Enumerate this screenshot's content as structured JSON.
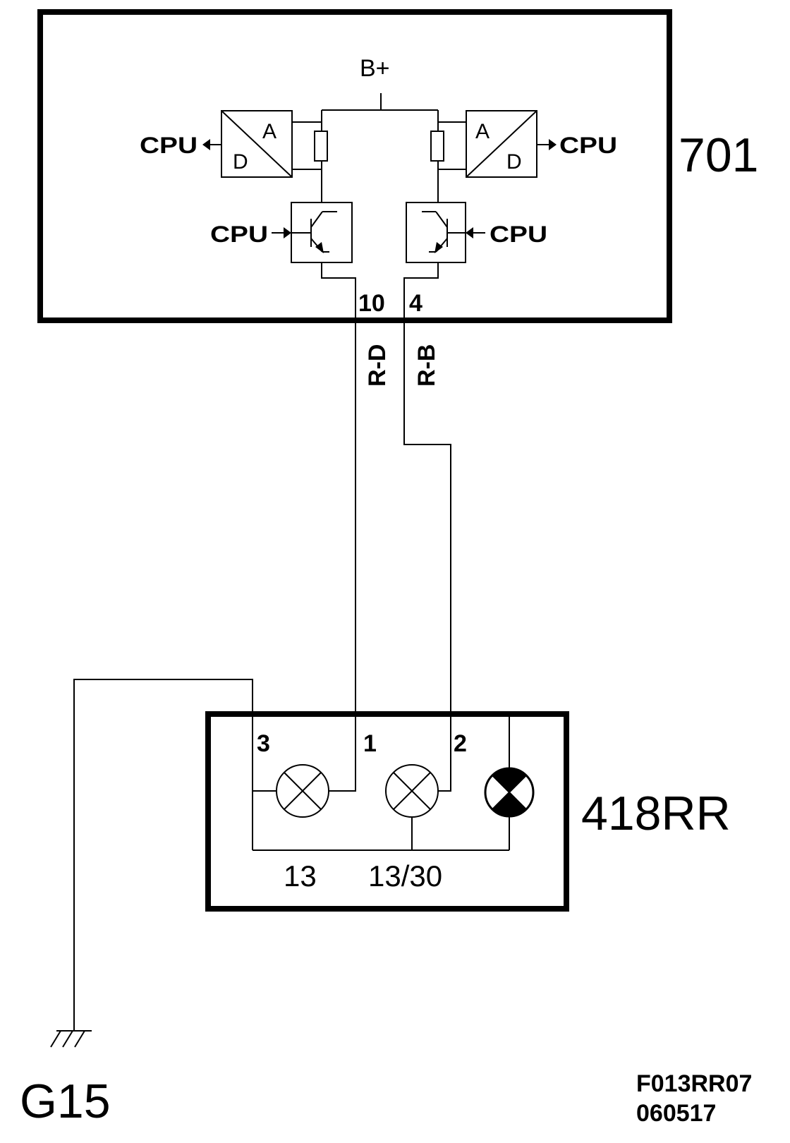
{
  "module_701": {
    "label": "701",
    "supply_label": "B+",
    "cpu_label": "CPU",
    "adc_top": "A",
    "adc_bottom": "D",
    "pins": [
      "10",
      "4"
    ]
  },
  "wires": {
    "left_color": "R-D",
    "right_color": "R-B"
  },
  "module_418RR": {
    "label": "418RR",
    "pins": [
      "3",
      "1",
      "2"
    ],
    "bottom_labels": [
      "13",
      "13/30"
    ]
  },
  "ground": {
    "label": "G15"
  },
  "footer": {
    "code": "F013RR07",
    "date": "060517"
  },
  "colors": {
    "line": "#000000",
    "background": "#ffffff"
  }
}
